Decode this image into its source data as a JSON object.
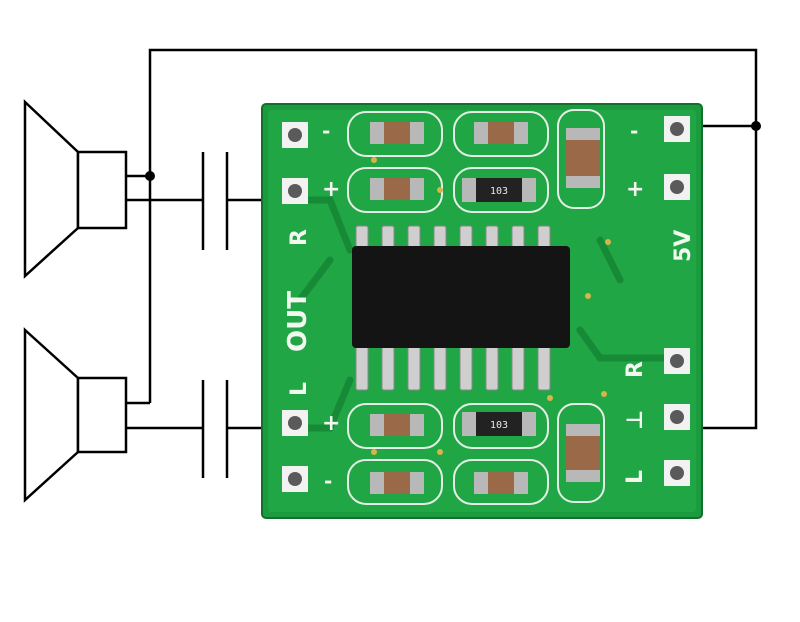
{
  "board": {
    "labels": {
      "out": "OUT",
      "left_out": "L",
      "right_out": "R",
      "power": "5V",
      "right_in": "R",
      "ground_in": "⊥",
      "left_in": "L",
      "plus_right_out": "+",
      "minus_right_out": "-",
      "plus_left_out": "+",
      "minus_left_out": "-",
      "plus_power": "+",
      "minus_power": "-"
    },
    "resistor_codes": [
      "103",
      "103"
    ]
  },
  "colors": {
    "pcb": "#1c9a3e",
    "pcb_dark": "#127a2c",
    "chip": "#141414",
    "wire": "#000000",
    "pad": "#d9d9d9"
  }
}
